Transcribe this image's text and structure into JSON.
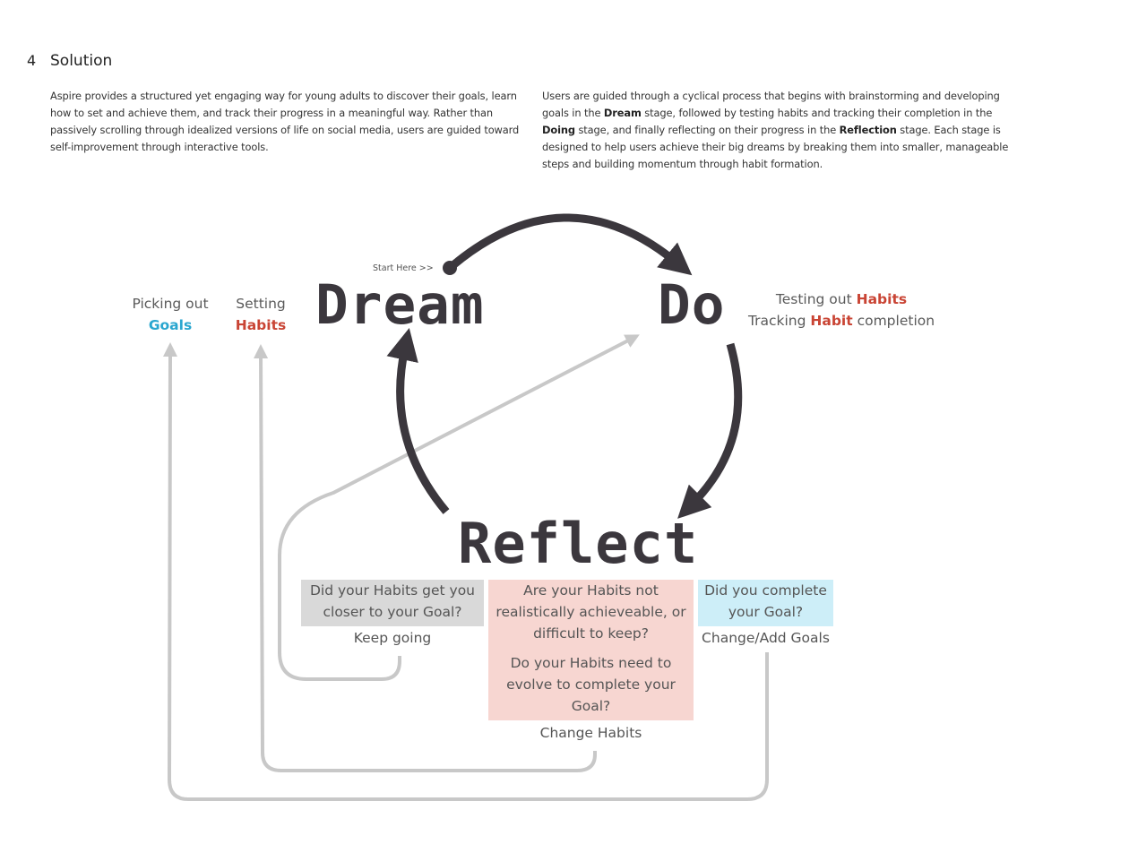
{
  "section": {
    "number": "4",
    "title": "Solution"
  },
  "para_left": "Aspire provides a structured yet engaging way for young adults to discover their goals, learn how to set and achieve them, and track their progress in a meaningful way. Rather than passively scrolling through idealized versions of life on social media, users are guided toward self-improvement through interactive tools.",
  "para_right": {
    "t1": "Users are guided through a cyclical process that begins with brainstorming and developing goals in the ",
    "b1": "Dream",
    "t2": " stage, followed by testing habits and tracking their completion in the ",
    "b2": "Doing",
    "t3": " stage, and finally reflecting on their progress in the ",
    "b3": "Reflection",
    "t4": " stage. Each stage is designed to help users achieve their big dreams by breaking them into smaller, manageable steps and building momentum through habit formation."
  },
  "diagram": {
    "start_label": "Start Here >>",
    "dream": "Dream",
    "do": "Do",
    "reflect": "Reflect",
    "picking_out": "Picking out",
    "goals": "Goals",
    "setting": "Setting",
    "habits": "Habits",
    "do_line1_pre": "Testing out ",
    "do_line1_hl": "Habits",
    "do_line2_pre": "Tracking ",
    "do_line2_hl": "Habit",
    "do_line2_post": " completion",
    "grey_box_q": "Did your Habits get you closer to your Goal?",
    "grey_box_action": "Keep going",
    "pink_box_q1": "Are your Habits not realistically achieveable, or difficult to keep?",
    "pink_box_q2": "Do your Habits need to evolve to complete your Goal?",
    "pink_box_action": "Change Habits",
    "blue_box_q": "Did you complete your Goal?",
    "blue_box_action": "Change/Add Goals"
  },
  "colors": {
    "arrow_dark": "#3b373d",
    "arrow_light": "#c8c8c8",
    "habits": "#c94434",
    "goals": "#29a6cf",
    "grey_box": "#d9d9d9",
    "pink_box": "#f7d6d1",
    "blue_box": "#cdeef8"
  }
}
